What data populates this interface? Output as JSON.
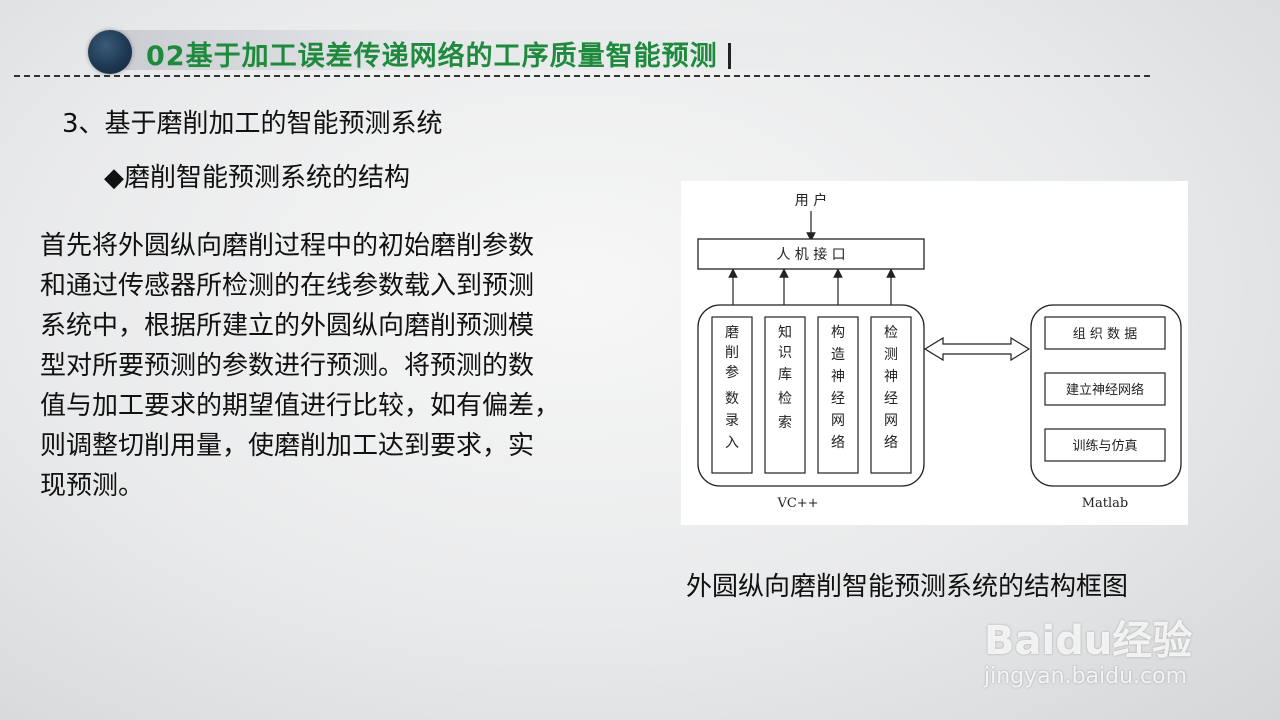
{
  "header": {
    "title": "02基于加工误差传递网络的工序质量智能预测"
  },
  "section_title": "3、基于磨削加工的智能预测系统",
  "bullet": "◆磨削智能预测系统的结构",
  "paragraph_lines": [
    "首先将外圆纵向磨削过程中的初始磨削参数",
    "和通过传感器所检测的在线参数载入到预测",
    "系统中，根据所建立的外圆纵向磨削预测模",
    "型对所要预测的参数进行预测。将预测的数",
    "值与加工要求的期望值进行比较，如有偏差，",
    "则调整切削用量，使磨削加工达到要求，实",
    "现预测。"
  ],
  "diagram": {
    "user": "用 户",
    "interface": "人 机 接 口",
    "vc_modules": [
      {
        "chars": [
          "磨",
          "削",
          "参",
          "数",
          "录",
          "入"
        ]
      },
      {
        "chars": [
          "知",
          "识",
          "库",
          "检",
          "索"
        ]
      },
      {
        "chars": [
          "构",
          "造",
          "神",
          "经",
          "网",
          "络"
        ]
      },
      {
        "chars": [
          "检",
          "测",
          "神",
          "经",
          "网",
          "络"
        ]
      }
    ],
    "vc_label": "VC++",
    "matlab_items": [
      "组 织 数 据",
      "建立神经网络",
      "训练与仿真"
    ],
    "matlab_label": "Matlab"
  },
  "caption": "外圆纵向磨削智能预测系统的结构框图",
  "watermark": {
    "logo": "Baidu经验",
    "url": "jingyan.baidu.com"
  }
}
